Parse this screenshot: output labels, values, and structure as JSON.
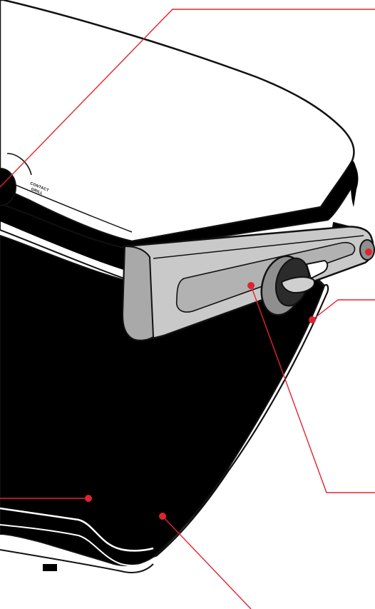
{
  "diagram": {
    "dial_label_line1": "CONTACT",
    "dial_label_line2": "GRILL",
    "colors": {
      "callout": "#e0242f",
      "body": "#000000",
      "lid": "#ffffff",
      "handle": "#c9c9c9",
      "handle_dark": "#8f8f8f",
      "outline": "#111111"
    },
    "callouts": [
      {
        "id": "temperature-dial",
        "label": ""
      },
      {
        "id": "handle-end",
        "label": ""
      },
      {
        "id": "height-adjuster",
        "label": ""
      },
      {
        "id": "side-button",
        "label": ""
      },
      {
        "id": "bottom-housing",
        "label": ""
      },
      {
        "id": "bottom-plate",
        "label": ""
      }
    ]
  }
}
